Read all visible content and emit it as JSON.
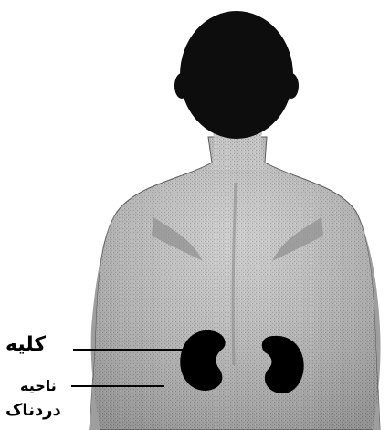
{
  "figure": {
    "labels": {
      "kidney": "کلیه",
      "painful_area_line1": "ناحیه",
      "painful_area_line2": "دردناک"
    },
    "colors": {
      "head": "#0d0d0d",
      "skin": "#bdbdbd",
      "skin_dark": "#8a8a8a",
      "kidney": "#000000",
      "background": "#ffffff"
    }
  }
}
